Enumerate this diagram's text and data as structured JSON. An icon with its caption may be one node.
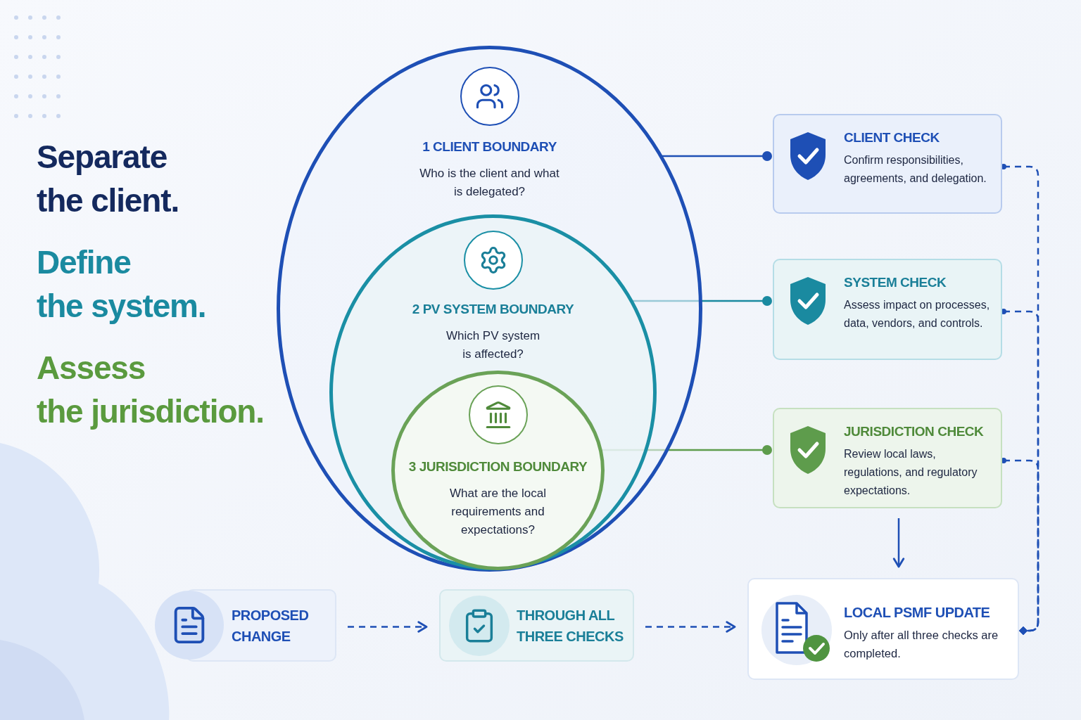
{
  "diagram": {
    "nodes": [
      {
        "text": [
          "1 CLIENT BOUNDARY",
          "Who is the client and what is delegated?"
        ]
      },
      {
        "text": [
          "2 PV SYSTEM BOUNDARY",
          "Which PV system is affected?"
        ],
        "in": 0
      },
      {
        "text": [
          "3 JURISDICTION BOUNDARY",
          "What are the local requirements and expectations?"
        ],
        "in": 1
      },
      {
        "text": [
          "CLIENT CHECK",
          "Confirm responsibilities, agreements, and delegation."
        ]
      },
      {
        "text": [
          "SYSTEM CHECK",
          "Assess impact on processes, data, vendors, and controls."
        ]
      },
      {
        "text": [
          "JURISDICTION CHECK",
          "Review local laws, regulations, and regulatory expectations."
        ]
      },
      {
        "text": [
          "PROPOSED CHANGE"
        ]
      },
      {
        "text": [
          "THROUGH ALL THREE CHECKS"
        ]
      },
      {
        "text": [
          "LOCAL PSMF UPDATE",
          "Only after all three checks are completed."
        ]
      }
    ],
    "edges": [
      {
        "from": 0,
        "to": 3,
        "arrow": "other",
        "color": "#1e4fb5"
      },
      {
        "from": 1,
        "to": 4,
        "arrow": "other",
        "color": "#1a8aa0"
      },
      {
        "from": 2,
        "to": 5,
        "arrow": "other",
        "color": "#5e9c4c"
      },
      {
        "from": 3,
        "to": 8,
        "arrow": "other",
        "style": "dashed"
      },
      {
        "from": 4,
        "to": 8,
        "arrow": "other",
        "style": "dashed"
      },
      {
        "from": 5,
        "to": 8,
        "arrow": "other",
        "style": "dashed"
      },
      {
        "from": 5,
        "to": 8,
        "arrow": "to"
      },
      {
        "from": 6,
        "to": 7,
        "arrow": "to",
        "style": "dashed"
      },
      {
        "from": 7,
        "to": 8,
        "arrow": "to",
        "style": "dashed"
      }
    ],
    "labels": [
      "Separate the client.",
      "Define the system.",
      "Assess the jurisdiction."
    ]
  }
}
